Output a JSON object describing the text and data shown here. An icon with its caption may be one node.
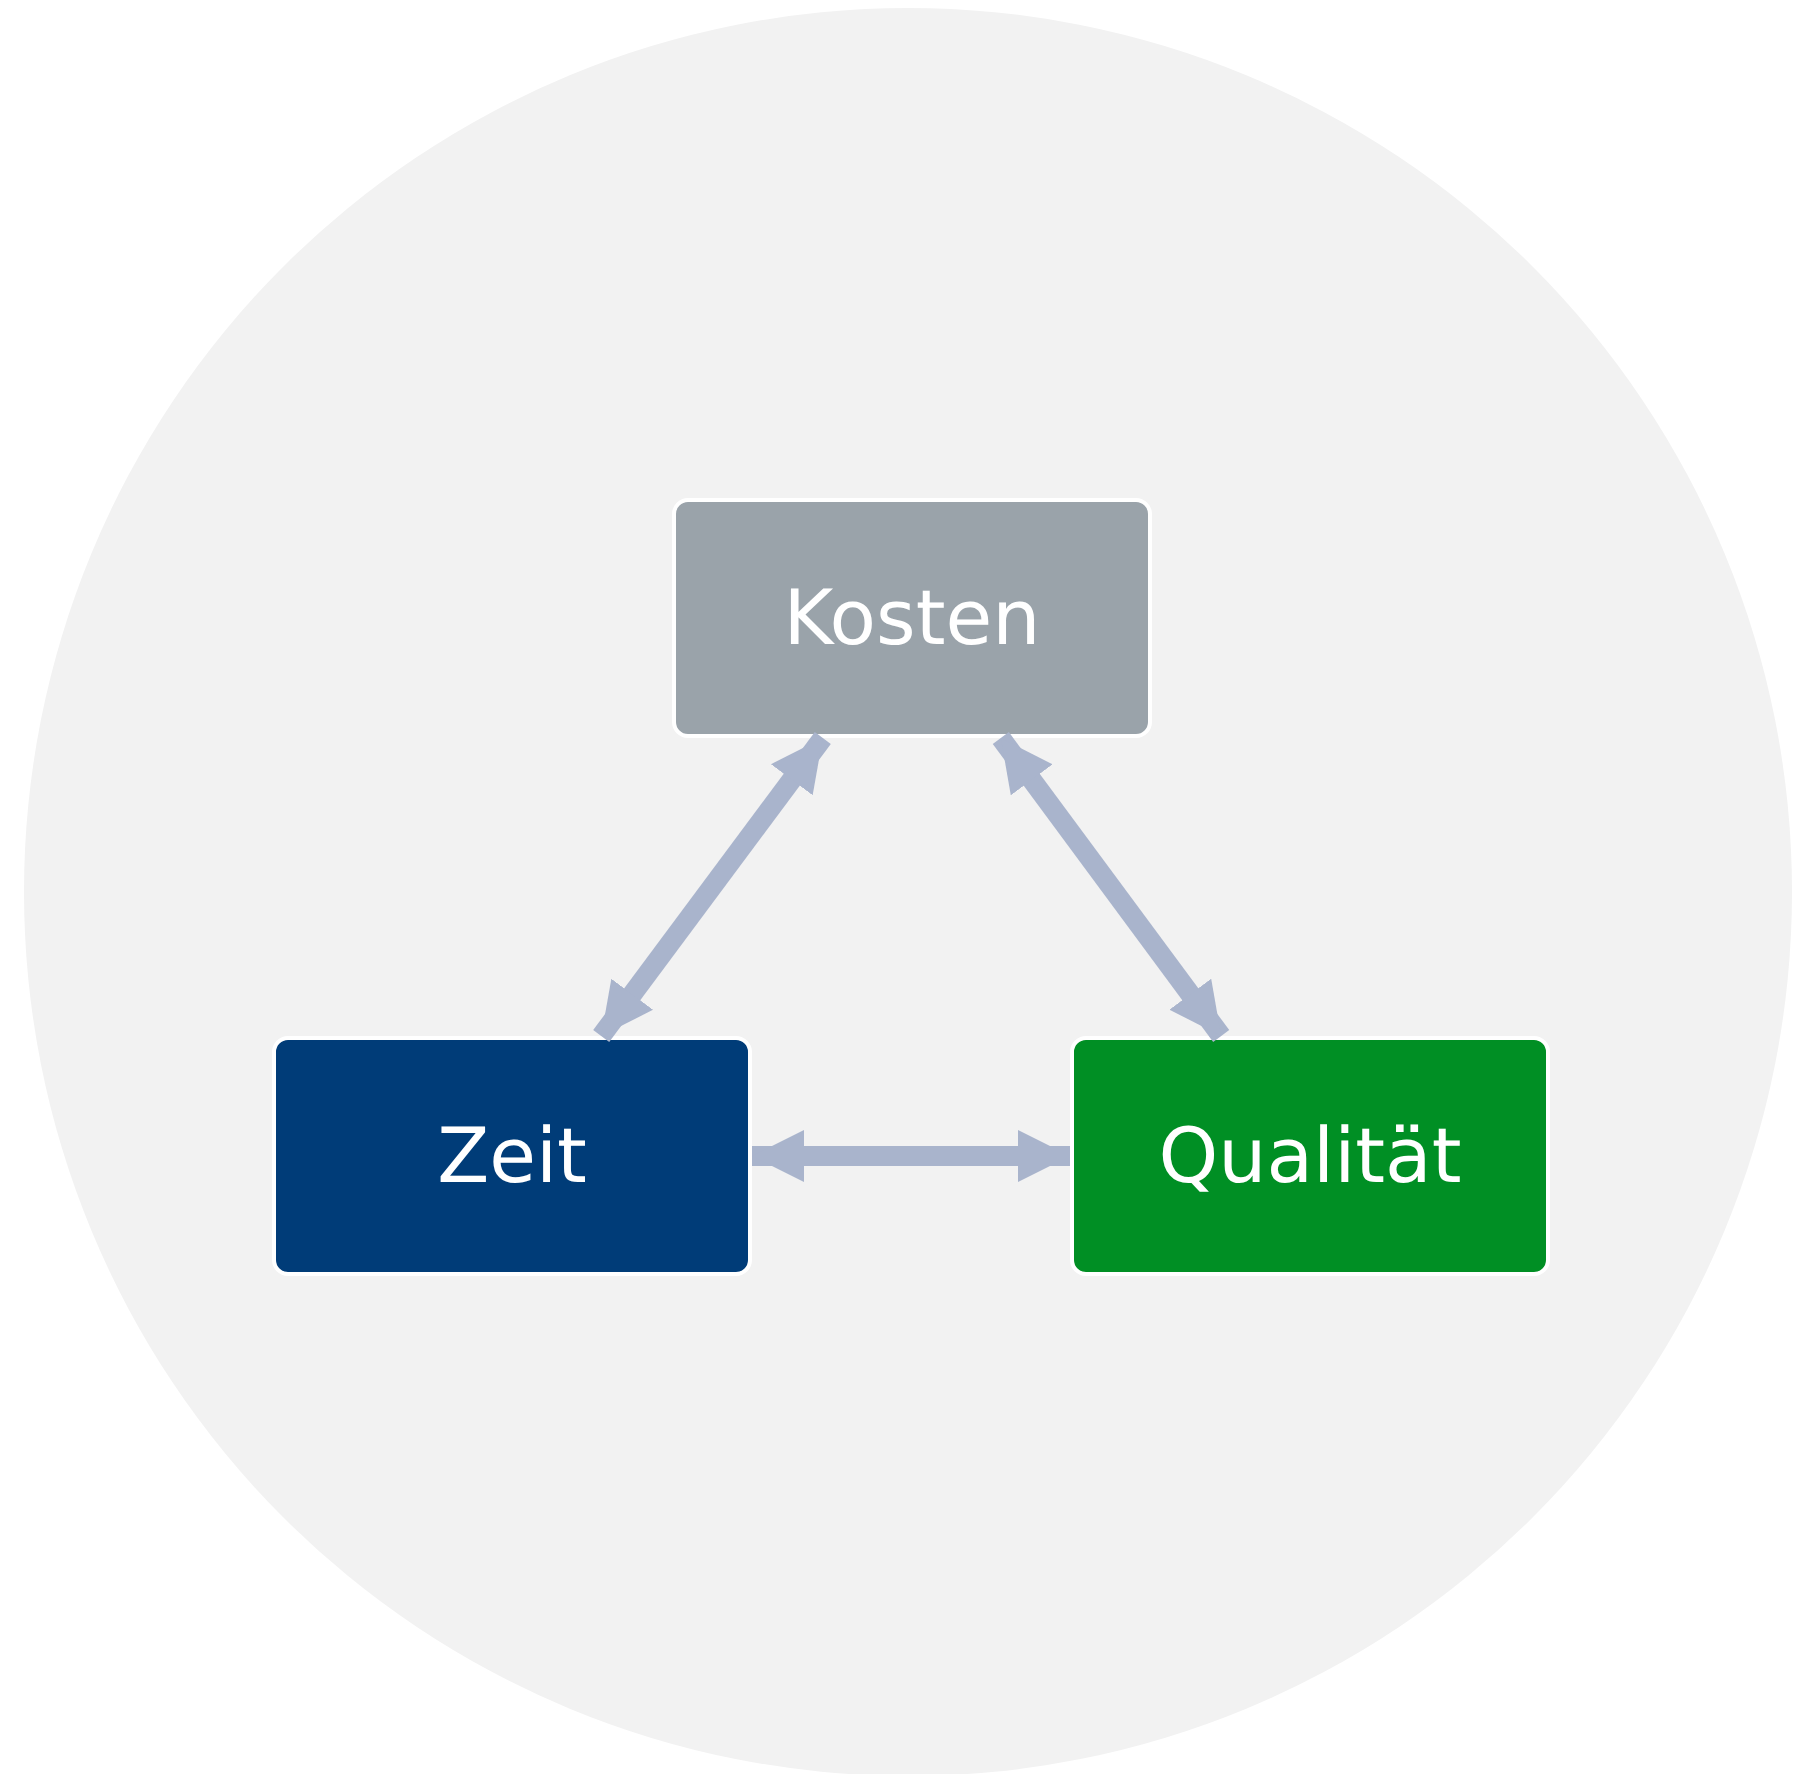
{
  "diagram": {
    "nodes": [
      {
        "text": [],
        "shape": "circle"
      },
      {
        "text": [
          "Kosten"
        ],
        "in": 0
      },
      {
        "text": [
          "Zeit"
        ],
        "in": 0
      },
      {
        "text": [
          "Qualität"
        ],
        "in": 0
      }
    ],
    "edges": [
      {
        "from": 1,
        "to": 2,
        "arrow": "both"
      },
      {
        "from": 1,
        "to": 3,
        "arrow": "both"
      },
      {
        "from": 2,
        "to": 3,
        "arrow": "both"
      }
    ]
  }
}
